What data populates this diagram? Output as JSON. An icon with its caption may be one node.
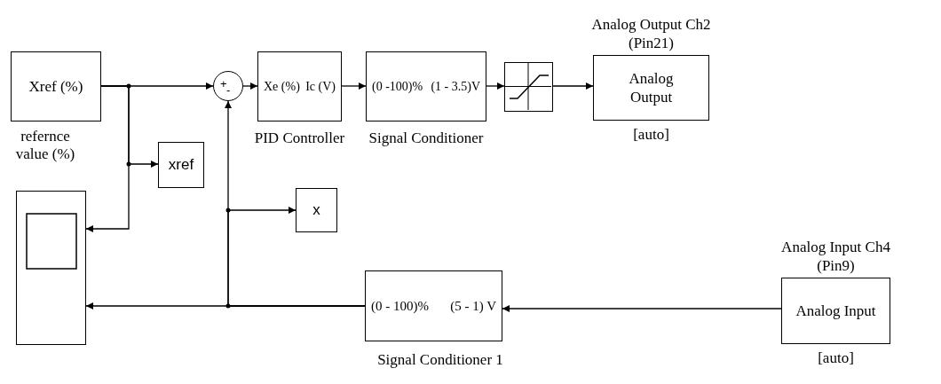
{
  "diagram": {
    "nodes": [
      {
        "text": [
          "Xref (%)"
        ],
        "beside": [
          "refernce value (%)"
        ]
      },
      {
        "text": [
          "+",
          "-"
        ]
      },
      {
        "text": [
          "Xe (%)",
          "Ic (V)"
        ],
        "beside": [
          "PID Controller"
        ]
      },
      {
        "text": [
          "(0 -100)%",
          "(1 - 3.5)V"
        ],
        "beside": [
          "Signal Conditioner"
        ]
      },
      {
        "text": [],
        "shape": "picture"
      },
      {
        "text": [
          "Analog Output Ch2 (Pin21)",
          "Analog Output"
        ],
        "beside": [
          "[auto]"
        ]
      },
      {
        "text": [
          "xref"
        ]
      },
      {
        "text": [],
        "shape": "box"
      },
      {
        "text": [
          "x"
        ]
      },
      {
        "text": [
          "(0 - 100)%",
          "(5 - 1) V"
        ],
        "beside": [
          "Signal Conditioner 1"
        ]
      },
      {
        "text": [
          "Analog Input Ch4 (Pin9)",
          "Analog Input"
        ],
        "beside": [
          "[auto]"
        ]
      }
    ],
    "edges": [
      {
        "from": 0,
        "to": 1,
        "arrow": "to"
      },
      {
        "from": 0,
        "to": 6,
        "arrow": "to"
      },
      {
        "from": 0,
        "to": 7,
        "arrow": "to"
      },
      {
        "from": 1,
        "to": 2,
        "arrow": "to"
      },
      {
        "from": 2,
        "to": 3,
        "arrow": "to"
      },
      {
        "from": 3,
        "to": 4,
        "arrow": "to"
      },
      {
        "from": 4,
        "to": 5,
        "arrow": "to"
      },
      {
        "from": 10,
        "to": 9,
        "arrow": "to"
      },
      {
        "from": 9,
        "to": 7,
        "arrow": "to"
      },
      {
        "from": 9,
        "to": 1,
        "arrow": "to"
      },
      {
        "from": 9,
        "to": 8,
        "arrow": "to"
      }
    ]
  }
}
